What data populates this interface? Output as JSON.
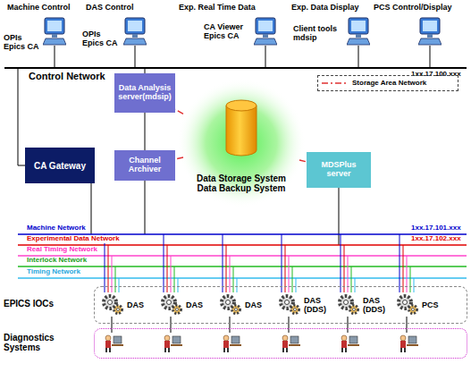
{
  "diagram": {
    "nodes": [
      {
        "text": [
          "Machine Control",
          "OPIs Epics CA"
        ]
      },
      {
        "text": [
          "DAS Control",
          "OPIs Epics CA"
        ]
      },
      {
        "text": [
          "Exp. Real Time Data",
          "CA Viewer Epics CA"
        ]
      },
      {
        "text": [
          "Exp. Data Display",
          "Client tools mdsip"
        ]
      },
      {
        "text": [
          "PCS Control/Display"
        ]
      },
      {
        "text": [
          "Data Analysis server(mdsip)"
        ]
      },
      {
        "text": [
          "CA Gateway"
        ]
      },
      {
        "text": [
          "Channel Archiver"
        ]
      },
      {
        "text": [
          "Data Storage System Data Backup System"
        ]
      },
      {
        "text": [
          "MDSPlus server"
        ]
      },
      {
        "text": [
          "EPICS IOCs"
        ]
      },
      {
        "text": [
          "DAS"
        ],
        "in": 10
      },
      {
        "text": [
          "DAS"
        ],
        "in": 10
      },
      {
        "text": [
          "DAS"
        ],
        "in": 10
      },
      {
        "text": [
          "DAS (DDS)"
        ],
        "in": 10
      },
      {
        "text": [
          "DAS (DDS)"
        ],
        "in": 10
      },
      {
        "text": [
          "PCS"
        ],
        "in": 10
      },
      {
        "text": [
          "Diagnostics Systems"
        ]
      }
    ],
    "edges": [
      {
        "from": 8,
        "to": 5,
        "arrow": "none"
      },
      {
        "from": 8,
        "to": 7,
        "arrow": "none"
      },
      {
        "from": 8,
        "to": 9,
        "arrow": "none"
      }
    ],
    "labels": [
      "Control Network",
      "1xx.17.100.xxx",
      "Machine Network",
      "Experimental Data Network",
      "Real Timing Network",
      "Interlock Network",
      "Timing Network",
      "1xx.17.101.xxx",
      "1xx.17.102.xxx"
    ],
    "legend": [
      {
        "text": "Storage Area Network"
      }
    ]
  }
}
